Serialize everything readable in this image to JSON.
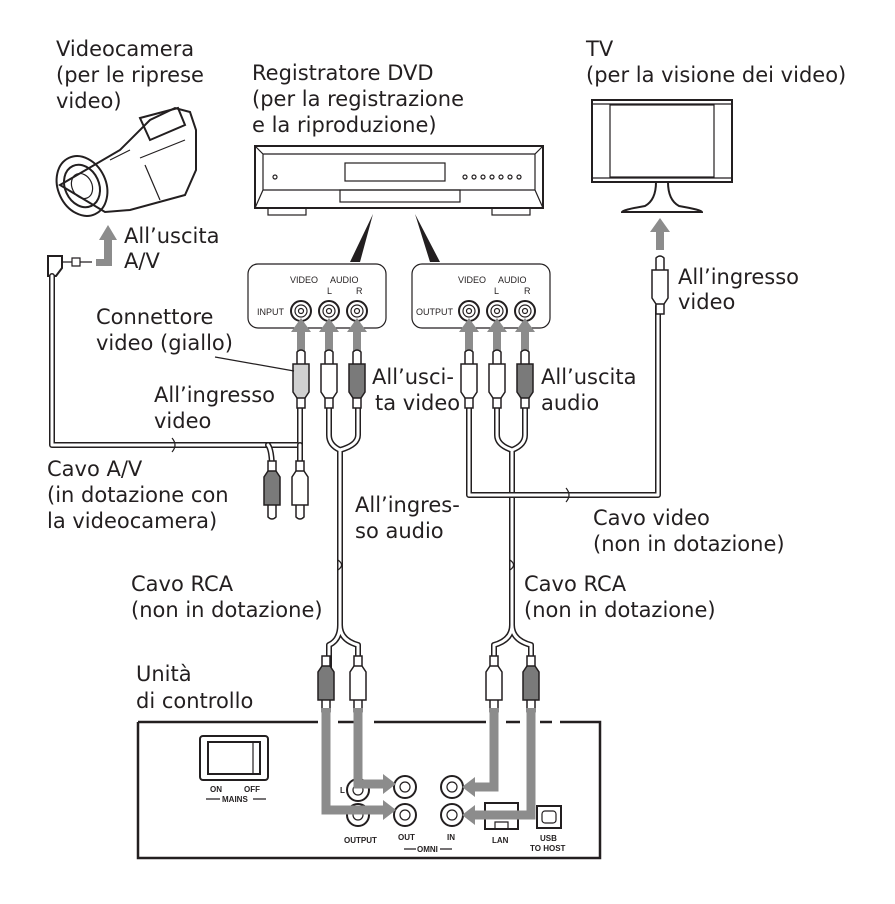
{
  "devices": {
    "camcorder": {
      "title": "Videocamera",
      "subtitle_1": "(per le riprese",
      "subtitle_2": "video)"
    },
    "dvd_recorder": {
      "title": "Registratore DVD",
      "subtitle_1": "(per la registrazione",
      "subtitle_2": "e la riproduzione)"
    },
    "tv": {
      "title": "TV",
      "subtitle_1": "(per la visione dei video)"
    },
    "control_unit": {
      "title_1": "Unità",
      "title_2": "di controllo"
    }
  },
  "panels": {
    "input": {
      "side_label": "INPUT",
      "video_label": "VIDEO",
      "audio_label": "AUDIO",
      "left_label": "L",
      "right_label": "R"
    },
    "output": {
      "side_label": "OUTPUT",
      "video_label": "VIDEO",
      "audio_label": "AUDIO",
      "left_label": "L",
      "right_label": "R"
    }
  },
  "annotations": {
    "av_out_1": "All’uscita",
    "av_out_2": "A/V",
    "video_connector_1": "Connettore",
    "video_connector_2": "video (giallo)",
    "video_in_1": "All’ingresso",
    "video_in_2": "video",
    "video_out_split_1": "All’usci-",
    "video_out_split_2": "ta video",
    "audio_out_1": "All’uscita",
    "audio_out_2": "audio",
    "tv_video_in_1": "All’ingresso",
    "tv_video_in_2": "video",
    "audio_in_split_1": "All’ingres-",
    "audio_in_split_2": "so audio"
  },
  "cables": {
    "av_cable": {
      "name": "Cavo A/V",
      "note_1": "(in dotazione con",
      "note_2": "la videocamera)"
    },
    "video_cable": {
      "name": "Cavo video",
      "note": "(non in dotazione)"
    },
    "rca_cable_left": {
      "name": "Cavo RCA",
      "note": "(non in dotazione)"
    },
    "rca_cable_right": {
      "name": "Cavo RCA",
      "note": "(non in dotazione)"
    }
  },
  "rear_panel": {
    "mains_on": "ON",
    "mains_off": "OFF",
    "mains_label": "MAINS",
    "l_label": "L",
    "output_label": "OUTPUT",
    "out_label": "OUT",
    "in_label": "IN",
    "omni_label": "OMNI",
    "lan_label": "LAN",
    "usb_label_1": "USB",
    "usb_label_2": "TO HOST"
  },
  "colors": {
    "line": "#231f20",
    "arrow": "#8c8c8c",
    "plug_red": "#7a7a7a",
    "plug_yellow": "#d0d0d0",
    "plug_white": "#ffffff"
  }
}
